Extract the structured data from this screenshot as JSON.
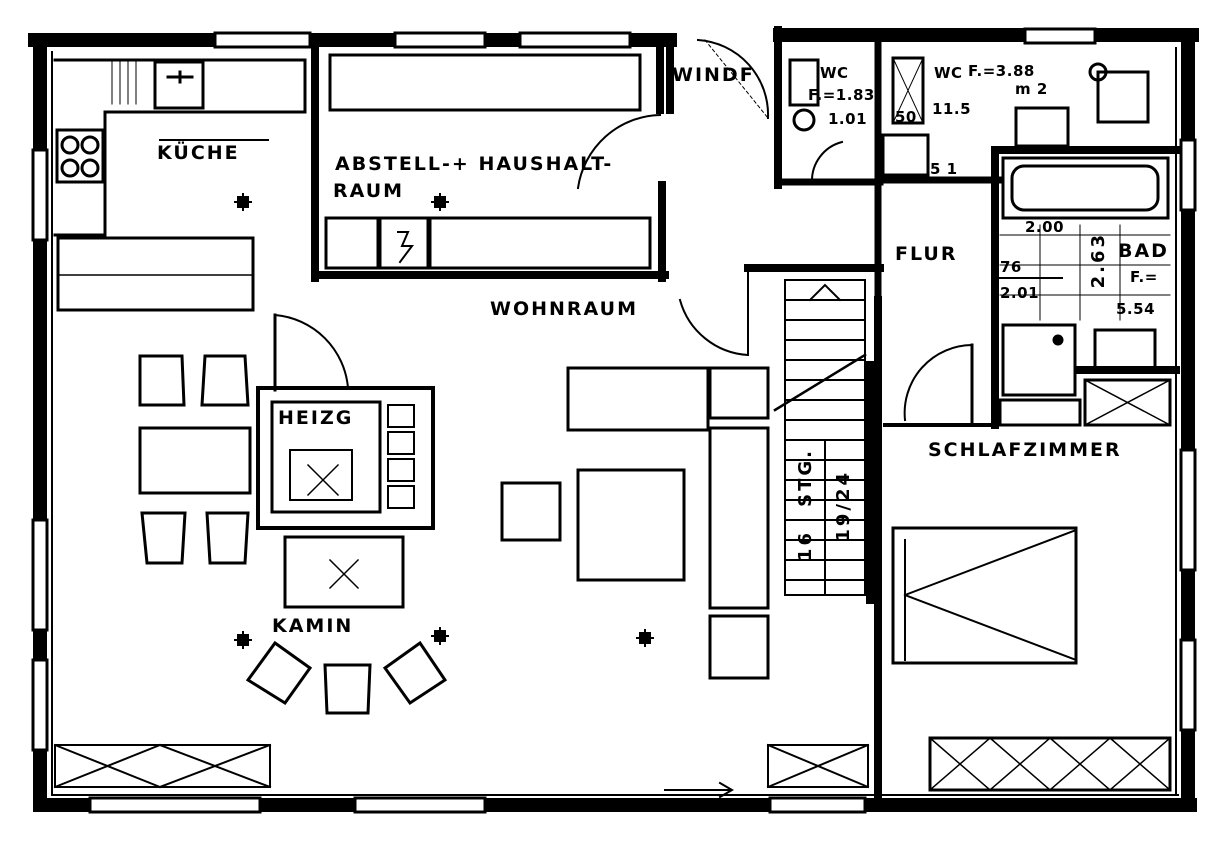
{
  "rooms": {
    "kueche": "KÜCHE",
    "abstell_line1": "ABSTELL-+ HAUSHALT-",
    "abstell_line2": "RAUM",
    "windf": "WINDF",
    "wc_small": "WC",
    "wc_small_area": "F.=1.83",
    "wc_small_dim": "1.01",
    "wc_big": "WC",
    "wc_big_area": "F.=3.88",
    "wc_big_unit": "m 2",
    "flur": "FLUR",
    "bad": "BAD",
    "bad_area_label": "F.=",
    "bad_area_value": "5.54",
    "wohnraum": "WOHNRAUM",
    "heizg": "HEIZG",
    "kamin": "KAMIN",
    "schlafzimmer": "SCHLAFZIMMER"
  },
  "dimensions": {
    "d_200": "2.00",
    "d_76": "76",
    "d_201": "2.01",
    "d_263": "2.63",
    "d_115": "11.5",
    "d_50": "50",
    "d_51": "5 1"
  },
  "stair": {
    "label": "STG.",
    "ratio": "19/24",
    "count": "16"
  },
  "colors": {
    "ink": "#000000",
    "paper": "#ffffff"
  }
}
